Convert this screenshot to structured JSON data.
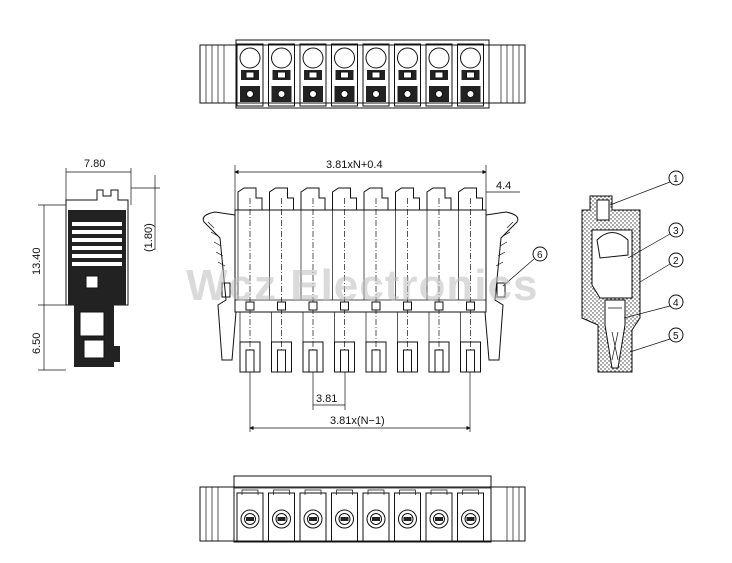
{
  "dimensions": {
    "top_width": "3.81xN+0.4",
    "right_offset": "4.4",
    "pitch": "3.81",
    "bottom_span": "3.81x(N−1)",
    "side_width": "7.80",
    "side_height_upper": "13.40",
    "side_height_lower": "6.50",
    "side_tab": "(1.80)"
  },
  "callouts": [
    "1",
    "2",
    "3",
    "4",
    "5",
    "6"
  ],
  "watermark": "Wcz Electronics",
  "pin_count": 8,
  "colors": {
    "line": "#111111",
    "watermark": "#bdbdbd"
  }
}
